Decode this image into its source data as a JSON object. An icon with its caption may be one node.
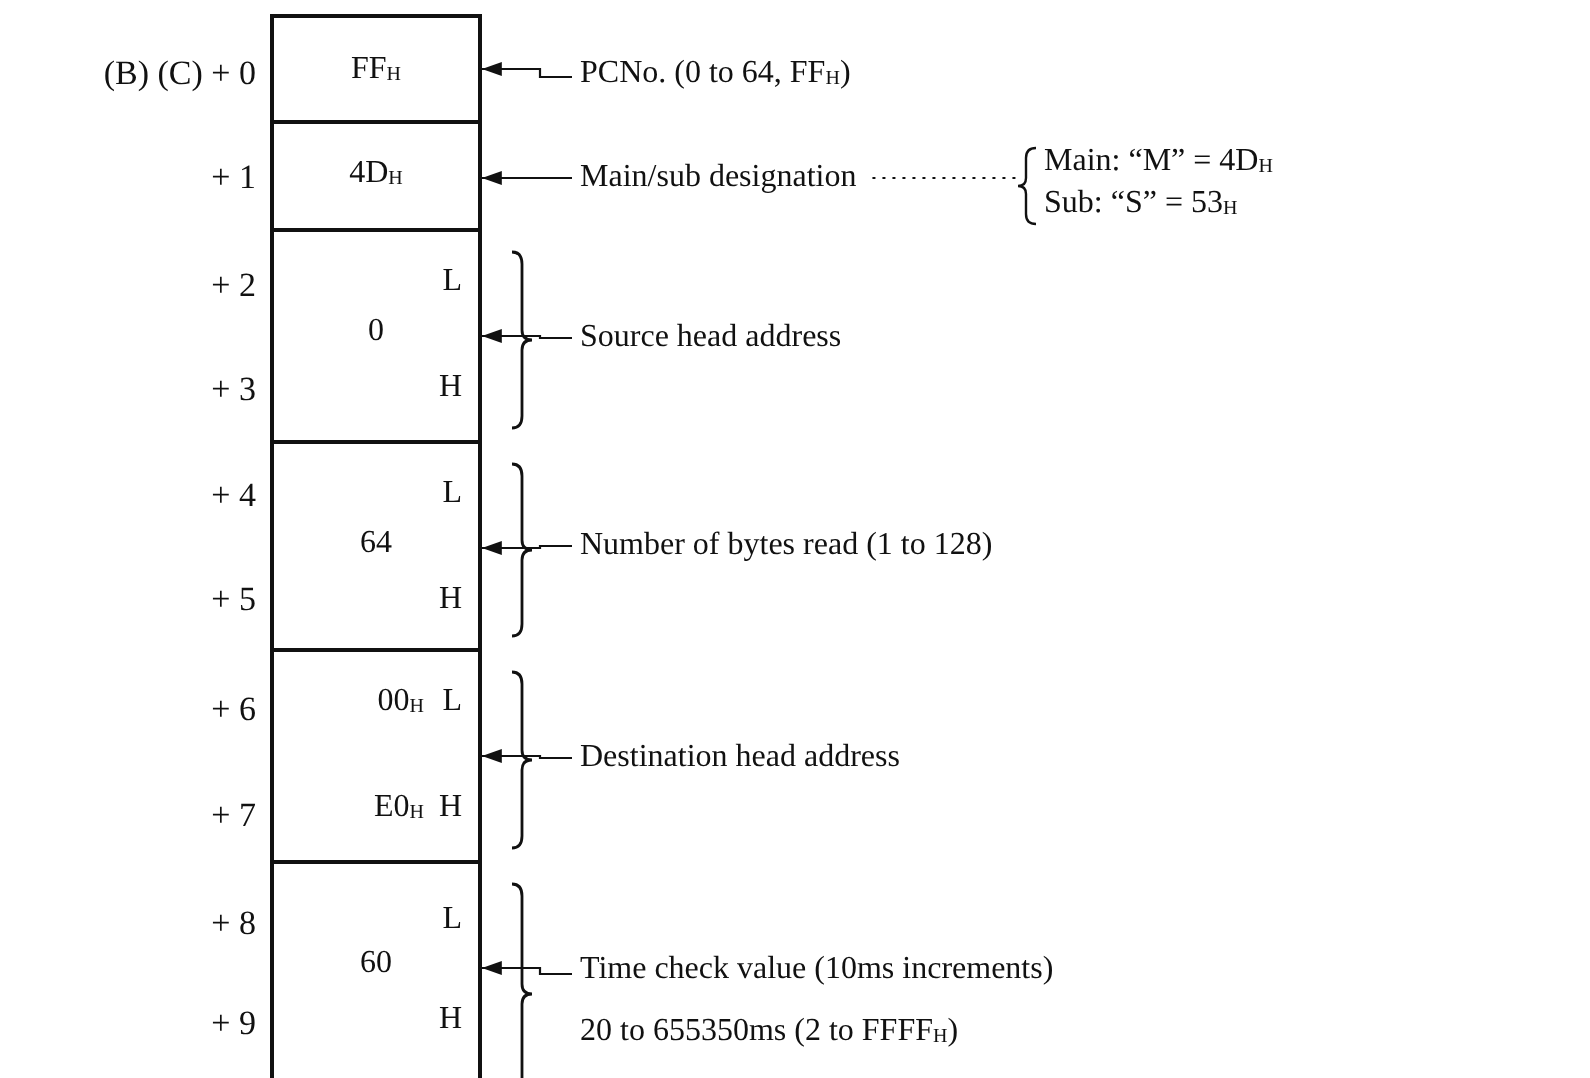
{
  "diagram": {
    "nodes": [
      {
        "text": [
          "FF$_{H}$"
        ]
      },
      {
        "text": [
          "4D$_{H}$"
        ]
      },
      {
        "text": [
          "0",
          "L",
          "H"
        ]
      },
      {
        "text": [
          "64",
          "L",
          "H"
        ]
      },
      {
        "text": [
          "00$_{H}$",
          "L",
          "E0$_{H}$",
          "H"
        ]
      },
      {
        "text": [
          "60",
          "L",
          "H"
        ]
      },
      {
        "text": [
          "PCNo. (0 to 64, FF$_{H}$)"
        ]
      },
      {
        "text": [
          "Main/sub designation"
        ]
      },
      {
        "text": [
          "Main: “M” = 4D$_{H}$",
          "Sub: “S” = 53$_{H}$"
        ]
      },
      {
        "text": [
          "Source head address"
        ]
      },
      {
        "text": [
          "Number of bytes read (1 to 128)"
        ]
      },
      {
        "text": [
          "Destination head address"
        ]
      },
      {
        "text": [
          "Time check value (10ms increments)"
        ],
        "beside": [
          "20 to 655350ms (2 to FFFF$_{H}$)"
        ]
      }
    ],
    "edges": [
      {
        "from": 6,
        "to": 0,
        "arrow": "to"
      },
      {
        "from": 7,
        "to": 1,
        "arrow": "to"
      },
      {
        "from": 7,
        "to": 8,
        "arrow": "none",
        "style": "dashed"
      },
      {
        "from": 9,
        "to": 2,
        "arrow": "to"
      },
      {
        "from": 10,
        "to": 3,
        "arrow": "to"
      },
      {
        "from": 11,
        "to": 4,
        "arrow": "to"
      },
      {
        "from": 12,
        "to": 5,
        "arrow": "to"
      }
    ],
    "labels": [
      "(B) (C) + 0",
      "+ 1",
      "+ 2",
      "+ 3",
      "+ 4",
      "+ 5",
      "+ 6",
      "+ 7",
      "+ 8",
      "+ 9"
    ]
  }
}
